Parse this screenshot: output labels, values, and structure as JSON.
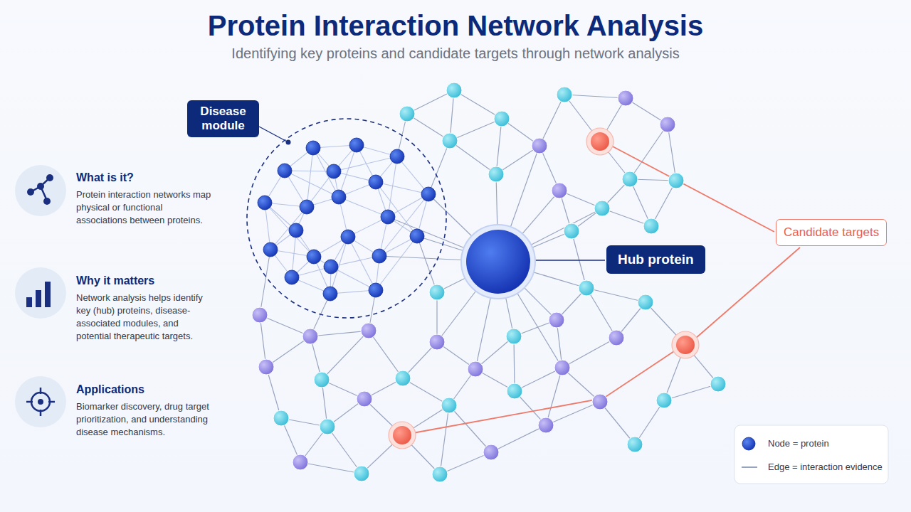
{
  "diagram": {
    "title": "Protein Interaction Network Analysis",
    "nodes": [
      {
        "text": [
          "Disease module"
        ]
      },
      {
        "text": [
          "Hub protein"
        ]
      },
      {
        "text": [
          "Candidate targets"
        ]
      }
    ],
    "labels": [
      "Identifying key proteins and candidate targets through network analysis",
      "What is it?",
      "Protein interaction networks map physical or functional associations between proteins.",
      "Why it matters",
      "Network analysis helps identify key (hub) proteins, disease-associated modules, and potential therapeutic targets.",
      "Applications",
      "Biomarker discovery, drug target prioritization, and understanding disease mechanisms."
    ],
    "legend": [
      {
        "text": "Node = protein"
      },
      {
        "text": "Edge = interaction evidence"
      }
    ]
  }
}
